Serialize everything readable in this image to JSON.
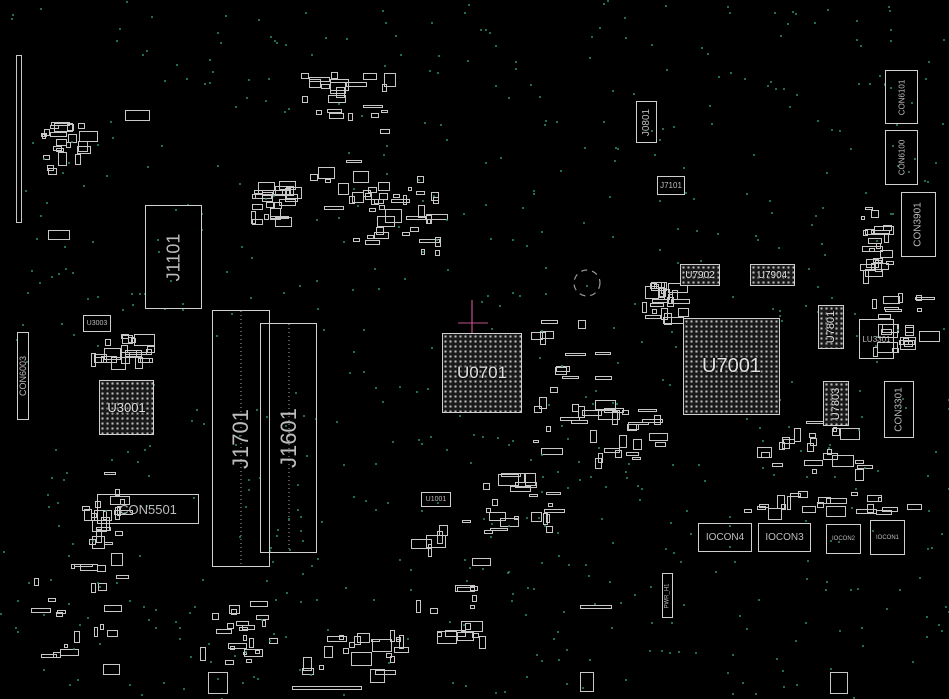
{
  "board": {
    "components": [
      {
        "id": "con6003",
        "label": "CON6003",
        "rot": true,
        "size": 9,
        "cls": ""
      },
      {
        "id": "u3003",
        "label": "U3003",
        "rot": false,
        "size": 7,
        "cls": ""
      },
      {
        "id": "u3001",
        "label": "U3001",
        "rot": false,
        "size": 13,
        "cls": "bga"
      },
      {
        "id": "con5501",
        "label": "CON5501",
        "rot": false,
        "size": 13,
        "cls": ""
      },
      {
        "id": "j1101",
        "label": "J1101",
        "rot": true,
        "size": 18,
        "cls": ""
      },
      {
        "id": "j1701",
        "label": "J1701",
        "rot": true,
        "size": 22,
        "cls": "slot"
      },
      {
        "id": "j1601",
        "label": "J1601",
        "rot": true,
        "size": 22,
        "cls": "slot"
      },
      {
        "id": "u0701",
        "label": "U0701",
        "rot": false,
        "size": 17,
        "cls": "bga"
      },
      {
        "id": "u1001",
        "label": "U1001",
        "rot": false,
        "size": 7,
        "cls": ""
      },
      {
        "id": "j0801",
        "label": "J0801",
        "rot": true,
        "size": 10,
        "cls": ""
      },
      {
        "id": "j7101",
        "label": "J7101",
        "rot": false,
        "size": 8,
        "cls": ""
      },
      {
        "id": "u7902",
        "label": "U7902",
        "rot": false,
        "size": 10,
        "cls": "bga"
      },
      {
        "id": "u7904",
        "label": "U7904",
        "rot": false,
        "size": 10,
        "cls": "bga"
      },
      {
        "id": "u7001",
        "label": "U7001",
        "rot": false,
        "size": 20,
        "cls": "bga"
      },
      {
        "id": "u7801",
        "label": "U7801",
        "rot": true,
        "size": 11,
        "cls": "bga"
      },
      {
        "id": "lu3301",
        "label": "LU3301",
        "rot": false,
        "size": 8,
        "cls": ""
      },
      {
        "id": "u7803",
        "label": "U7803",
        "rot": true,
        "size": 11,
        "cls": "bga"
      },
      {
        "id": "con3301",
        "label": "CON3301",
        "rot": true,
        "size": 10,
        "cls": ""
      },
      {
        "id": "con6101",
        "label": "CON6101",
        "rot": true,
        "size": 8,
        "cls": ""
      },
      {
        "id": "con6100",
        "label": "CON6100",
        "rot": true,
        "size": 8,
        "cls": ""
      },
      {
        "id": "con3901",
        "label": "CON3901",
        "rot": true,
        "size": 10,
        "cls": ""
      },
      {
        "id": "iocon4",
        "label": "IOCON4",
        "rot": false,
        "size": 10,
        "cls": ""
      },
      {
        "id": "iocon3",
        "label": "IOCON3",
        "rot": false,
        "size": 10,
        "cls": ""
      },
      {
        "id": "iocon2",
        "label": "IOCON2",
        "rot": false,
        "size": 6,
        "cls": ""
      },
      {
        "id": "iocon1",
        "label": "IOCON1",
        "rot": false,
        "size": 6,
        "cls": ""
      },
      {
        "id": "pwr_h1",
        "label": "PWR_H1",
        "rot": true,
        "size": 6,
        "cls": ""
      }
    ]
  }
}
